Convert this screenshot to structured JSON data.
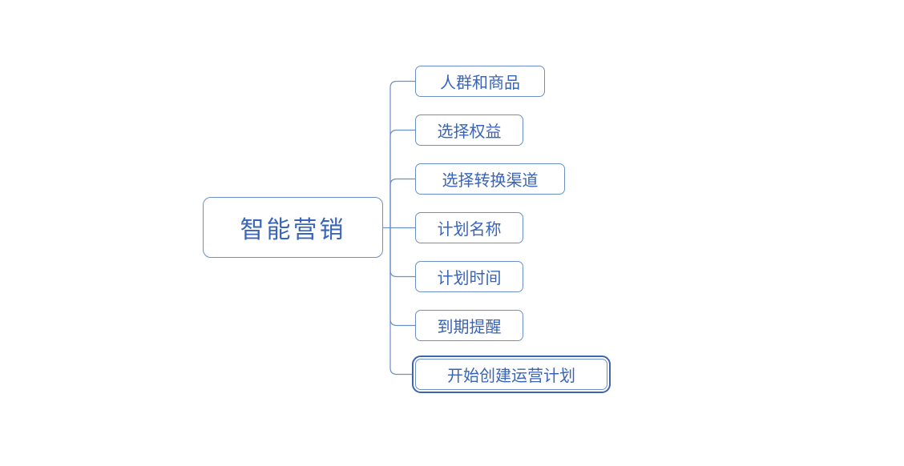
{
  "colors": {
    "background": "#ffffff",
    "node_border": "#6b8fc7",
    "node_text": "#3a64b8",
    "connector": "#6b8fc7",
    "selected_outline": "#3f63ad"
  },
  "mindmap": {
    "root": {
      "label": "智能营销"
    },
    "children": [
      {
        "label": "人群和商品",
        "selected": false
      },
      {
        "label": "选择权益",
        "selected": false
      },
      {
        "label": "选择转换渠道",
        "selected": false
      },
      {
        "label": "计划名称",
        "selected": false
      },
      {
        "label": "计划时间",
        "selected": false
      },
      {
        "label": "到期提醒",
        "selected": false
      },
      {
        "label": "开始创建运营计划",
        "selected": true
      }
    ]
  }
}
